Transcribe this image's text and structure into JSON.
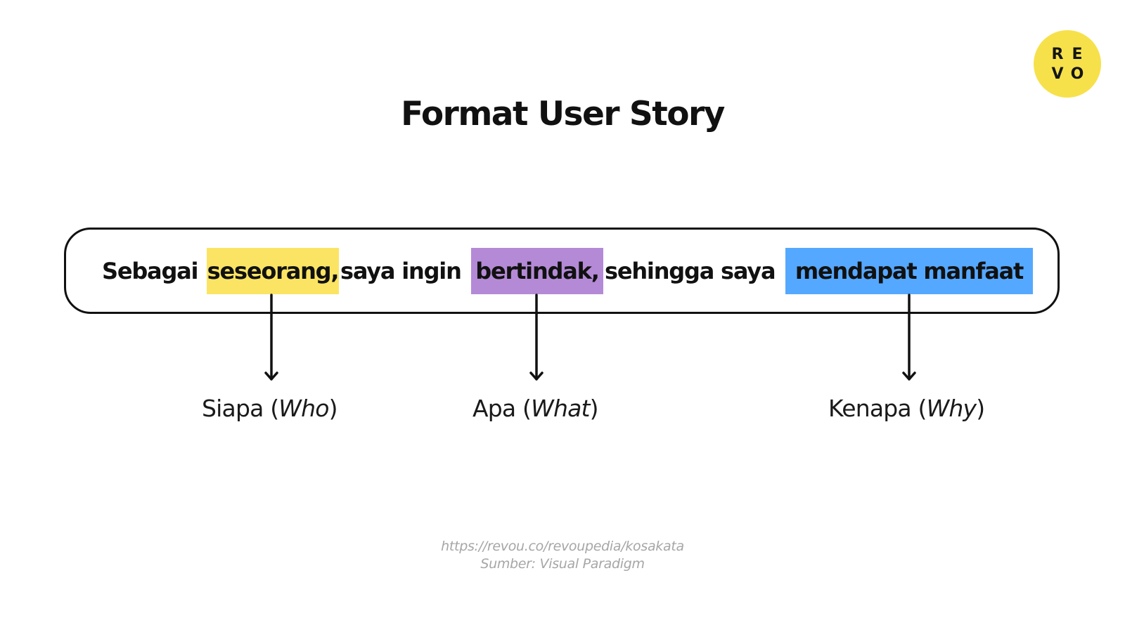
{
  "logo": {
    "letters": [
      "R",
      "E",
      "V",
      "O"
    ],
    "color": "#f7e14b"
  },
  "title": "Format User Story",
  "story": {
    "prefix": "Sebagai ",
    "who": "seseorang,",
    "middle1": " saya ingin ",
    "what": "bertindak,",
    "middle2": " sehingga saya ",
    "why": "mendapat manfaat",
    "highlight_colors": {
      "who": "#fbe463",
      "what": "#b48ad6",
      "why": "#55a8ff"
    }
  },
  "labels": [
    {
      "word": "Siapa",
      "open": " (",
      "italic": "Who",
      "close": ")"
    },
    {
      "word": "Apa",
      "open": " (",
      "italic": "What",
      "close": ")"
    },
    {
      "word": "Kenapa",
      "open": " (",
      "italic": "Why",
      "close": ")"
    }
  ],
  "source": {
    "url": "https://revou.co/revoupedia/kosakata",
    "credit": "Sumber: Visual Paradigm"
  }
}
